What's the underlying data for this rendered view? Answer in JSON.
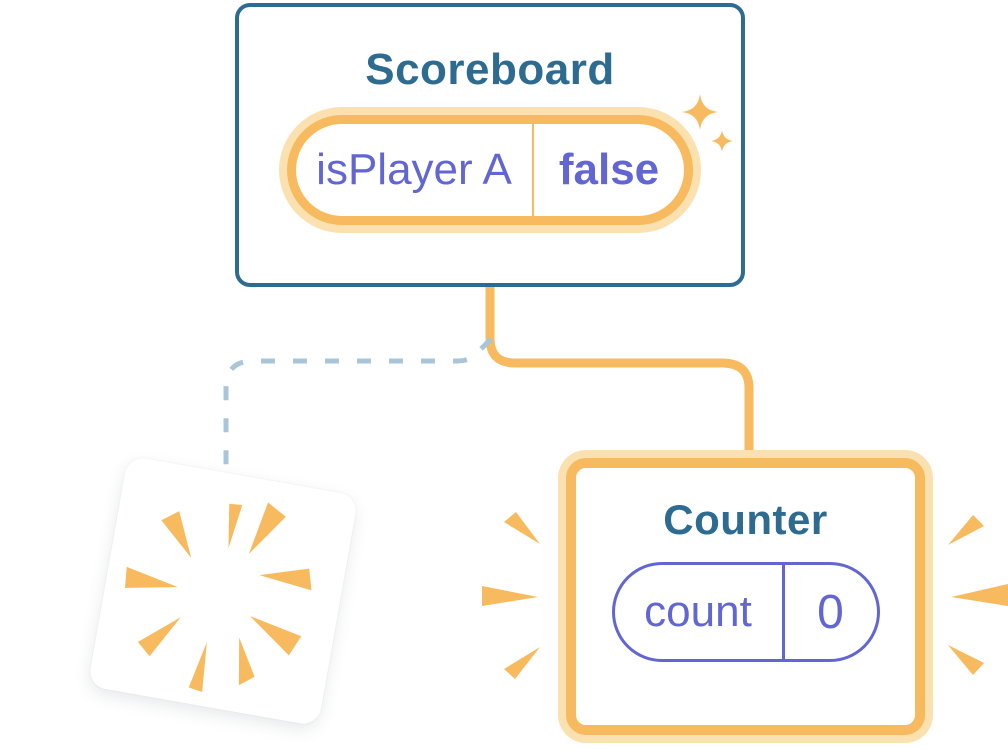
{
  "diagram_title": "component-state-preservation-diagram",
  "colors": {
    "teal": "#2e6b90",
    "orange": "#f8ba5f",
    "orange_light": "#fce1b0",
    "purple": "#6266d3",
    "dash_blue": "#a8c5da",
    "card_bg": "#ffffff",
    "bg": "#ffffff"
  },
  "scoreboard_card": {
    "title": "Scoreboard",
    "state_pill": {
      "label": "isPlayer A",
      "value": "false"
    }
  },
  "counter_card": {
    "title": "Counter",
    "state_pill": {
      "label": "count",
      "value": "0"
    }
  },
  "icons": {
    "sparkles": "sparkles-icon",
    "poof_burst": "poof-burst-icon",
    "emphasis_left": "emphasis-dashes-left-icon",
    "emphasis_right": "emphasis-dashes-right-icon"
  },
  "connectors": {
    "solid_branch": "scoreboard-to-counter",
    "dashed_branch": "scoreboard-to-removed-component"
  }
}
